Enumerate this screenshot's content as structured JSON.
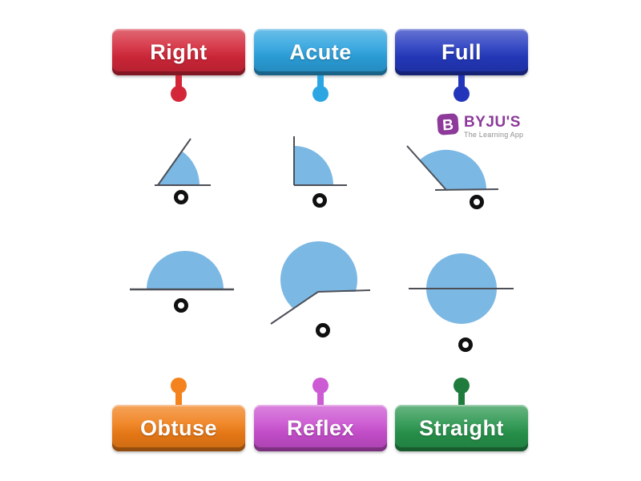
{
  "colors": {
    "background": "#ffffff",
    "diagram_line": "#4d4f57",
    "angle_fill": "#7cb8e4",
    "slot_ring": "#101010"
  },
  "tags_top": [
    {
      "label": "Right",
      "color": "#d32739",
      "pin_color": "#d32739"
    },
    {
      "label": "Acute",
      "color": "#2ba2de",
      "pin_color": "#2ba6e2"
    },
    {
      "label": "Full",
      "color": "#2439bf",
      "pin_color": "#2336bb"
    }
  ],
  "tags_bottom": [
    {
      "label": "Obtuse",
      "color": "#f07d16",
      "pin_color": "#f5831d"
    },
    {
      "label": "Reflex",
      "color": "#ca4fd0",
      "pin_color": "#cd5bd4"
    },
    {
      "label": "Straight",
      "color": "#27954c",
      "pin_color": "#1f7c3c"
    }
  ],
  "diagrams": [
    "acute-angle",
    "right-angle",
    "obtuse-angle",
    "straight-angle",
    "reflex-angle",
    "full-angle"
  ],
  "logo": {
    "mark": "B",
    "brand": "BYJU'S",
    "tagline": "The Learning App",
    "color": "#8d3a9b",
    "tagline_color": "#8f8f8f"
  }
}
